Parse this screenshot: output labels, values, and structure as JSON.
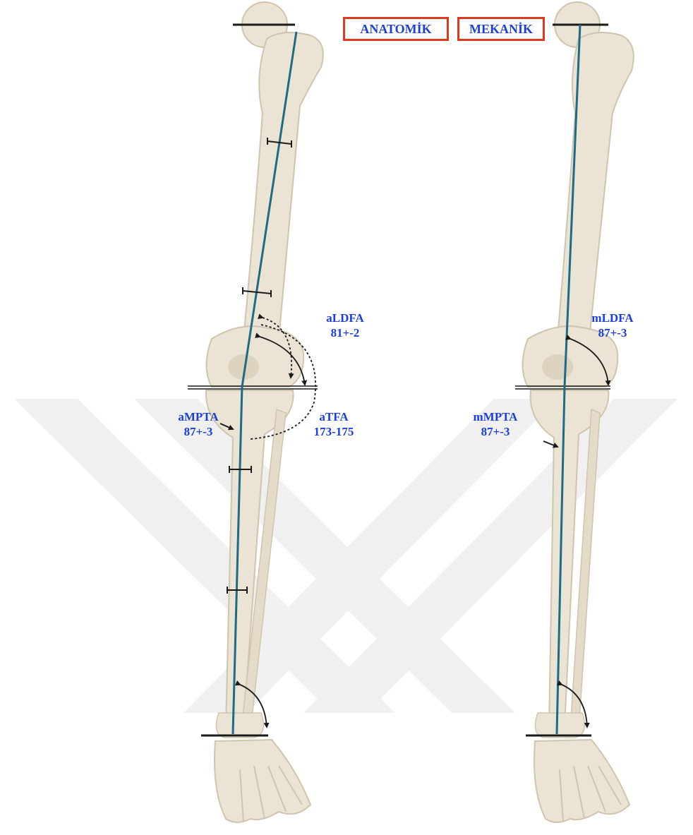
{
  "header": {
    "anatomic_label": "ANATOMİK",
    "mechanical_label": "MEKANİK"
  },
  "anatomic_angles": {
    "aLDFA": {
      "name": "aLDFA",
      "value": "81+-2"
    },
    "aTFA": {
      "name": "aTFA",
      "value": "173-175"
    },
    "aMPTA": {
      "name": "aMPTA",
      "value": "87+-3"
    }
  },
  "mechanical_angles": {
    "mLDFA": {
      "name": "mLDFA",
      "value": "87+-3"
    },
    "mMPTA": {
      "name": "mMPTA",
      "value": "87+-3"
    }
  },
  "colors": {
    "label_text": "#1a3fe0",
    "box_border": "#e03a1e",
    "axis_line": "#1d6b86",
    "bone_fill": "#ebe4d4",
    "bone_shade": "#cfc5ae",
    "joint_line": "#1a1a1a",
    "watermark": "#eeeeee"
  },
  "icons": {
    "left_leg": "anatomic-lower-limb-skeleton",
    "right_leg": "mechanical-lower-limb-skeleton",
    "watermark": "double-chevron-watermark"
  }
}
